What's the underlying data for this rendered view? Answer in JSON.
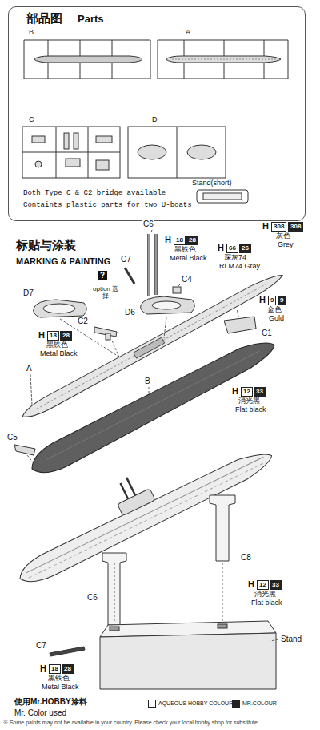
{
  "diagram": {
    "nodes": [
      {
        "text": [
          "部品图",
          "Parts",
          "Both Type C & C2 bridge available",
          "Containts plastic parts for two U-boats"
        ]
      }
    ],
    "labels": [
      "标贴与涂装",
      "MARKING & PAINTING",
      "H",
      "18",
      "28",
      "黑铁色",
      "Metal Black",
      "H",
      "66",
      "26",
      "深灰74",
      "RLM74 Gray",
      "H",
      "308",
      "308",
      "灰色",
      "Grey",
      "H",
      "9",
      "9",
      "金色",
      "Gold",
      "H",
      "18",
      "28",
      "黑铁色",
      "Metal Black",
      "H",
      "12",
      "33",
      "消光黑",
      "Flat black",
      "H",
      "12",
      "33",
      "消光黑",
      "Flat black",
      "H",
      "18",
      "28",
      "黑铁色",
      "Metal Black",
      "C6",
      "C7",
      "C4",
      "D6",
      "D7",
      "?",
      "option 选择",
      "C2",
      "A",
      "B",
      "C5",
      "C1",
      "C8",
      "C6",
      "C7",
      "Stand",
      "使用Mr.HOBBY涂料",
      "Mr. Color used",
      "※ Some paints may not be available in your country. Please check your local hobby shop for substitute",
      "B",
      "A",
      "C",
      "D",
      "Stand(short)"
    ],
    "legend": [
      {
        "text": "AQUEOUS HOBBY COLOUR",
        "color": "#ffffff"
      },
      {
        "text": "MR.COLOUR",
        "color": "#222222"
      }
    ]
  }
}
